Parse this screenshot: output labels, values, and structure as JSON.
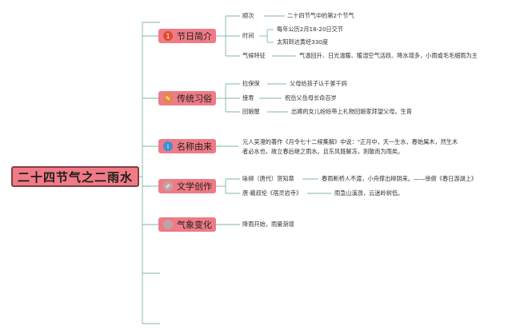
{
  "root": {
    "title": "二十四节气之二雨水"
  },
  "branches": [
    {
      "label": "节日简介",
      "badge": "1",
      "badge_color": "#e24a2e",
      "items": [
        {
          "label": "顺次",
          "values": [
            "二十四节气中的第2个节气"
          ]
        },
        {
          "label": "时间",
          "values": [
            "每年公历2月18-20日交节",
            "太阳到达黄经330度"
          ]
        },
        {
          "label": "气候特征",
          "values": [
            "气温回升、日光温暖、暖湿空气活跃、降水增多，小雨或毛毛细雨为主"
          ]
        }
      ]
    },
    {
      "label": "传统习俗",
      "badge": "✎",
      "badge_color": "#e08a3c",
      "items": [
        {
          "label": "拉保保",
          "values": [
            "父母给孩子认干爹干妈"
          ]
        },
        {
          "label": "接寿",
          "values": [
            "祝岳父岳母长命百岁"
          ]
        },
        {
          "label": "回娘屋",
          "values": [
            "出嫁的女儿纷纷带上礼物回娘家拜望父母。生育"
          ]
        }
      ]
    },
    {
      "label": "名称由来",
      "badge": "i",
      "badge_color": "#3d8fd6",
      "text": "元人吴澄的著作《月令七十二候集解》中说：\"正月中，天一生水，春始属木，然生木者必水也，故立春后继之雨水。且东风既解冻，则散而为雨矣。"
    },
    {
      "label": "文学创作",
      "badge": "✐",
      "badge_color": "#bfa4a6",
      "items": [
        {
          "label": "咏柳（唐代）贺知章",
          "values": [
            "春雨断桥人不渡，小舟撑出柳阴来。——徐俯《春日游湖上》"
          ]
        },
        {
          "label": "唐·戴叔伦《宿灵岩寺》",
          "values": [
            "雨急山溪涨，云迷岭树低。"
          ]
        }
      ]
    },
    {
      "label": "气象变化",
      "badge": "",
      "badge_color": "#bfa4a6",
      "text": "降雨开始，雨量渐增"
    }
  ],
  "colors": {
    "node": "#ee7b86",
    "line": "#7fb7a6"
  }
}
